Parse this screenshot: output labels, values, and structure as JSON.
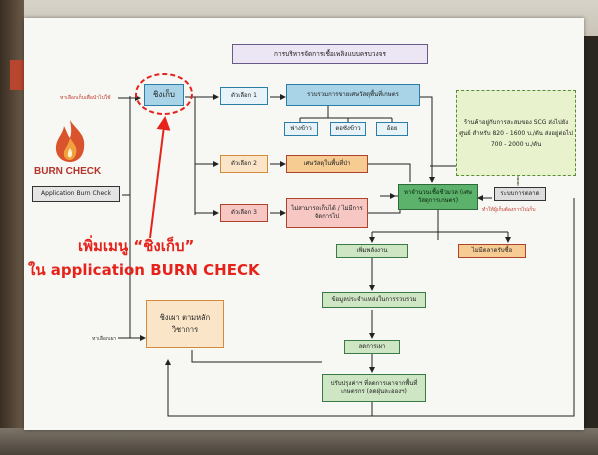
{
  "diagram": {
    "title": "การบริหารจัดการเชื้อเพลิงแบบครบวงจร",
    "nodes": {
      "ching_kep": "ชิงเก็บ",
      "option1": "ตัวเลือก 1",
      "option2": "ตัวเลือก 2",
      "option3": "ตัวเลือก 3",
      "collect": "รวบรวมการขายเศษวัสดุพื้นที่เกษตร",
      "sub_a": "ฟางข้าว",
      "sub_b": "ตอซังข้าว",
      "sub_c": "อ้อย",
      "orange2": "เศษวัสดุในพื้นที่ป่า",
      "pink3": "ไม่สามารถเก็บได้ / ไม่มีการจัดการไป",
      "green_main": "หาจำนวนเชื้อชีวมวล (เศษวัสดุการเกษตร)",
      "sell": "เพิ่มพลังงาน",
      "no_price": "ไม่มีตลาดรับซื้อ",
      "info": "ข้อมูลประจำแหล่งในการรวบรวม",
      "reduce": "ลดการเผา",
      "result": "ปรับปรุงค่าฯ ที่ลดการเผาจากพื้นที่เกษตรกร (ลดฝุ่นละอองฯ)",
      "burn_manage": "ชิงเผา ตามหลัก วิชาการ",
      "grey_right": "ระบบการตลาด",
      "scg": "ร้านค้าอยู่กับการสะสมของ SCG ส่งไปยังศูนย์ สำหรับ 820 - 1600 บ./ตัน ส่งอยู่ต่อไป 700 - 2000 บ./ตัน",
      "app_button": "Application Burn Check"
    },
    "small_labels": {
      "left_top": "หาเลือกเก็บเพื่อนำไปใช้",
      "left_bottom": "หาเลือกเผา",
      "right_red": "ทำให้ผู้เก็บต้องการไปเก็บ"
    },
    "brand": "BURN CHECK",
    "annotation_line1": "เพิ่มเมนู “ชิงเก็บ”",
    "annotation_line2": "ใน application BURN CHECK"
  },
  "colors": {
    "accent_red": "#e5231b",
    "flow_green": "#5cb26a",
    "flow_blue": "#a9d3e6",
    "flow_orange": "#f7cc93"
  },
  "icons": {
    "logo": "flame-icon"
  }
}
